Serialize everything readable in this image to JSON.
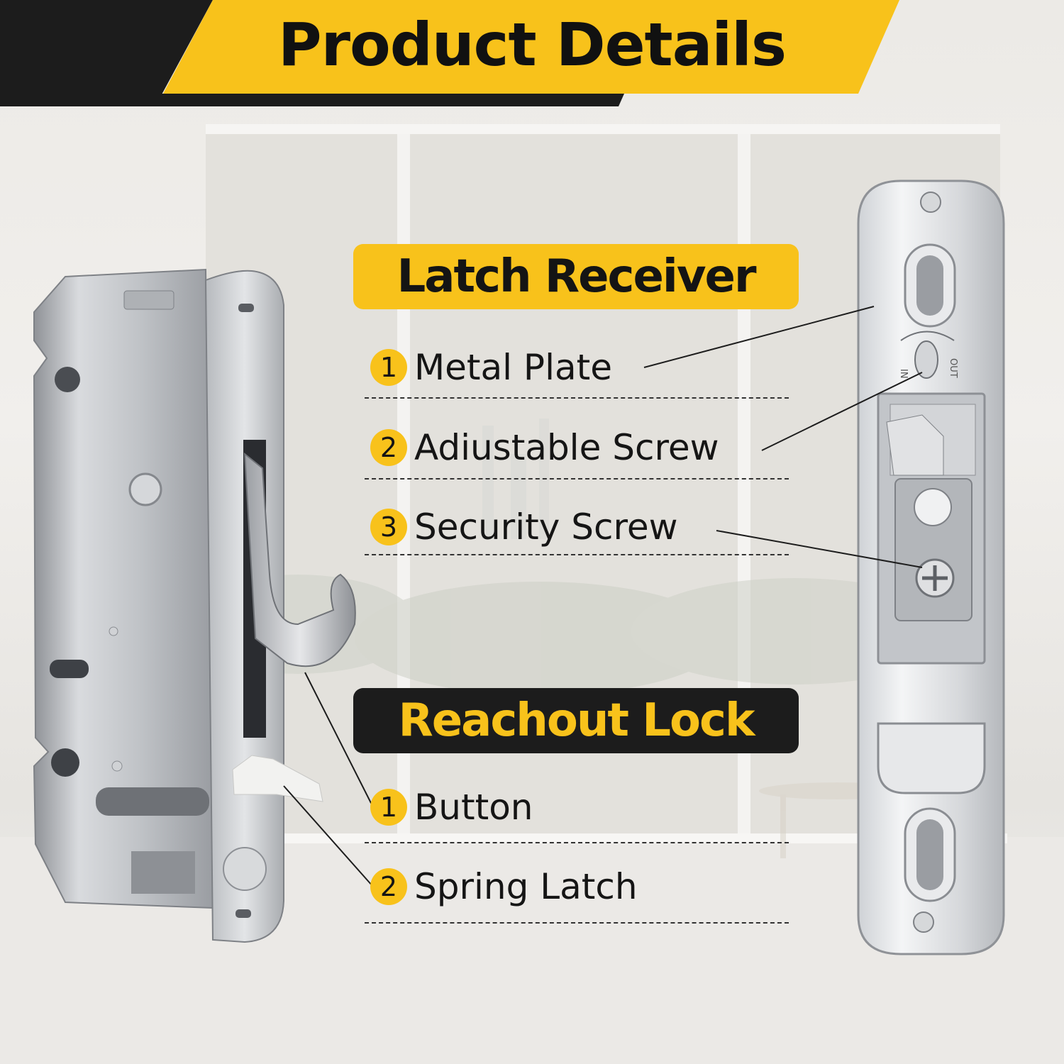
{
  "header": {
    "title": "Product Details"
  },
  "latch_receiver": {
    "heading": "Latch Receiver",
    "items": [
      {
        "number": "1",
        "label": "Metal Plate"
      },
      {
        "number": "2",
        "label": "Adiustable Screw"
      },
      {
        "number": "3",
        "label": "Security Screw"
      }
    ],
    "plate_markings": {
      "in": "IN",
      "out": "OUT"
    }
  },
  "reachout_lock": {
    "heading": "Reachout Lock",
    "items": [
      {
        "number": "1",
        "label": "Button"
      },
      {
        "number": "2",
        "label": "Spring Latch"
      }
    ]
  },
  "colors": {
    "accent_yellow": "#f8c21b",
    "dark": "#1c1c1c",
    "steel": "#c9ccd0"
  }
}
